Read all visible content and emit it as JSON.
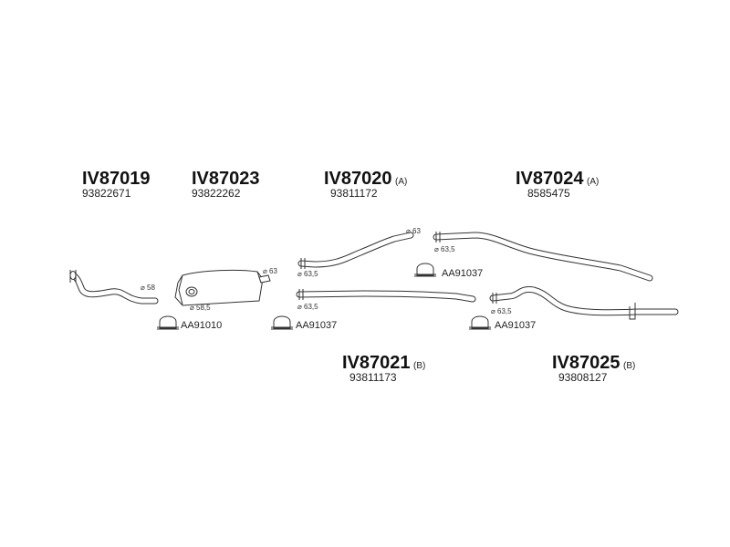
{
  "parts": [
    {
      "code": "IV87019",
      "suffix": "",
      "number": "93822671",
      "diameters": [
        "58"
      ]
    },
    {
      "code": "IV87023",
      "suffix": "",
      "number": "93822262",
      "diameters": [
        "63",
        "58,5"
      ]
    },
    {
      "code": "IV87020",
      "suffix": "(A)",
      "number": "93811172",
      "diameters": [
        "63",
        "63,5"
      ]
    },
    {
      "code": "IV87024",
      "suffix": "(A)",
      "number": "8585475",
      "diameters": [
        "63,5"
      ]
    },
    {
      "code": "IV87021",
      "suffix": "(B)",
      "number": "93811173",
      "diameters": [
        "63,5"
      ]
    },
    {
      "code": "IV87025",
      "suffix": "(B)",
      "number": "93808127",
      "diameters": [
        "63,5"
      ]
    }
  ],
  "diameter_symbol": "⌀",
  "clamps": [
    {
      "code": "AA91010",
      "icon": "clamp-icon"
    },
    {
      "code": "AA91037",
      "icon": "clamp-icon"
    },
    {
      "code": "AA91037",
      "icon": "clamp-icon"
    },
    {
      "code": "AA91037",
      "icon": "clamp-icon"
    }
  ]
}
